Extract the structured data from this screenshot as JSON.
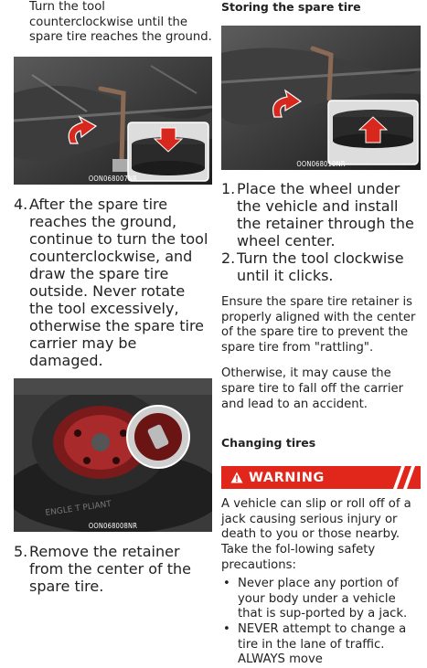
{
  "left": {
    "intro": "Turn the tool counterclockwise until the spare tire reaches the ground.",
    "fig1_caption": "OON068007NR",
    "step4_num": "4.",
    "step4": "After the spare tire reaches the ground, continue to turn the tool counterclockwise, and draw the spare tire outside. Never rotate the tool excessively, otherwise the spare tire carrier may be damaged.",
    "fig2_caption": "OON068008NR",
    "step5_num": "5.",
    "step5": "Remove the retainer from the center of the spare tire."
  },
  "right": {
    "heading": "Storing the spare tire",
    "fig_caption": "OON068010NR",
    "steps": [
      {
        "num": "1.",
        "text": "Place the wheel under the vehicle and install the retainer through the wheel center."
      },
      {
        "num": "2.",
        "text": "Turn the tool clockwise until it clicks."
      }
    ],
    "para1": "Ensure the spare tire retainer is properly aligned with the center of the spare tire to prevent the spare tire from \"rattling\".",
    "para2": "Otherwise, it may cause the spare tire to fall off the carrier and lead to an accident.",
    "changing_heading": "Changing tires",
    "warning_label": "WARNING",
    "warning_text": "A vehicle can slip or roll off of a jack causing serious injury or death to you or those nearby. Take the fol-lowing safety precautions:",
    "bullets": [
      "Never place any portion of your body under a vehicle that is sup-ported by a jack.",
      "NEVER attempt to change a tire in the lane of traffic. ALWAYS move"
    ]
  },
  "colors": {
    "warning_red": "#e1261c",
    "arrow_red": "#d8281e"
  }
}
